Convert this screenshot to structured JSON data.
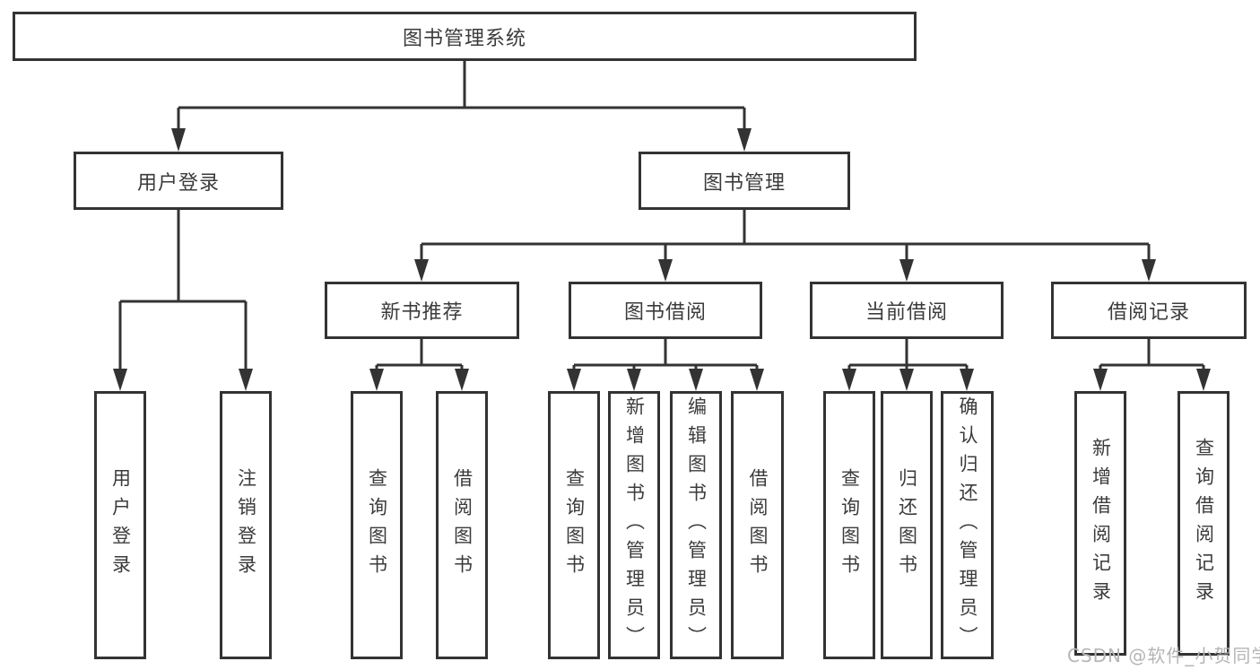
{
  "tree": {
    "root": {
      "label": "图书管理系统"
    },
    "children": [
      {
        "label": "用户登录",
        "children": [
          {
            "label": "用户登录"
          },
          {
            "label": "注销登录"
          }
        ]
      },
      {
        "label": "图书管理",
        "children": [
          {
            "label": "新书推荐",
            "children": [
              {
                "label": "查询图书"
              },
              {
                "label": "借阅图书"
              }
            ]
          },
          {
            "label": "图书借阅",
            "children": [
              {
                "label": "查询图书"
              },
              {
                "label": "新增图书（管理员）"
              },
              {
                "label": "编辑图书（管理员）"
              },
              {
                "label": "借阅图书"
              }
            ]
          },
          {
            "label": "当前借阅",
            "children": [
              {
                "label": "查询图书"
              },
              {
                "label": "归还图书"
              },
              {
                "label": "确认归还（管理员）"
              }
            ]
          },
          {
            "label": "借阅记录",
            "children": [
              {
                "label": "新增借阅记录"
              },
              {
                "label": "查询借阅记录"
              }
            ]
          }
        ]
      }
    ]
  },
  "watermark": {
    "text": "CSDN @软件_小贺同学"
  },
  "colors": {
    "line": "#333333",
    "text": "#3b3b3b",
    "background": "#ffffff",
    "watermark": "#b5b5b5"
  }
}
